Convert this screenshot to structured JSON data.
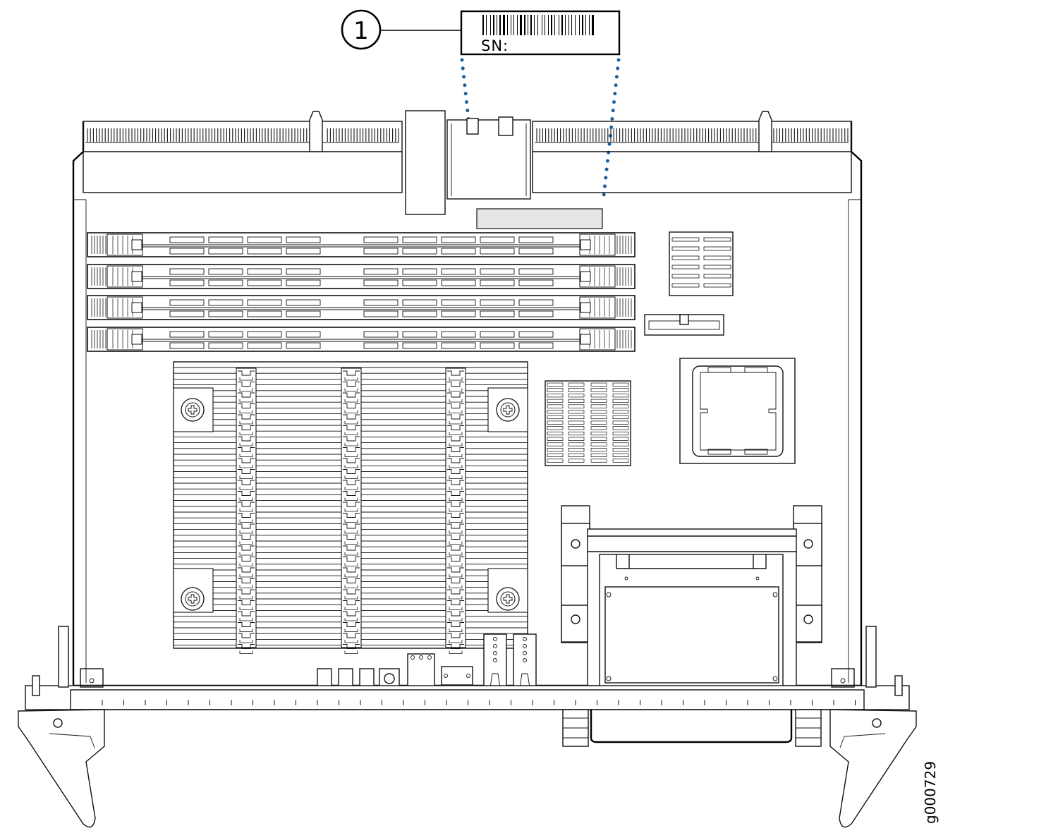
{
  "callout": {
    "number": "1"
  },
  "label": {
    "text": "SN:"
  },
  "figure_id": "g000729",
  "colors": {
    "leader_dots": "#1a5fa0",
    "label_area": "#e6e6e6",
    "line": "#111111"
  }
}
